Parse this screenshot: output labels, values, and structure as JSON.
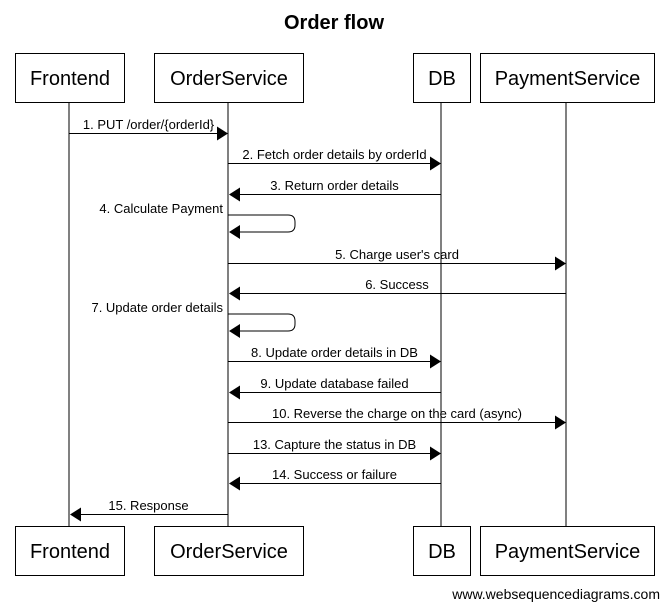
{
  "title": "Order flow",
  "participants": [
    {
      "id": "frontend",
      "label": "Frontend"
    },
    {
      "id": "orderservice",
      "label": "OrderService"
    },
    {
      "id": "db",
      "label": "DB"
    },
    {
      "id": "paymentservice",
      "label": "PaymentService"
    }
  ],
  "messages": [
    {
      "from": "frontend",
      "to": "orderservice",
      "label": "1. PUT /order/{orderId}"
    },
    {
      "from": "orderservice",
      "to": "db",
      "label": "2. Fetch order details by orderId"
    },
    {
      "from": "db",
      "to": "orderservice",
      "label": "3. Return order details"
    },
    {
      "from": "orderservice",
      "to": "orderservice",
      "label": "4. Calculate Payment"
    },
    {
      "from": "orderservice",
      "to": "paymentservice",
      "label": "5. Charge user's card"
    },
    {
      "from": "paymentservice",
      "to": "orderservice",
      "label": "6. Success"
    },
    {
      "from": "orderservice",
      "to": "orderservice",
      "label": "7. Update order details"
    },
    {
      "from": "orderservice",
      "to": "db",
      "label": "8. Update order details in DB"
    },
    {
      "from": "db",
      "to": "orderservice",
      "label": "9. Update database failed"
    },
    {
      "from": "orderservice",
      "to": "paymentservice",
      "label": "10. Reverse the charge on the card (async)"
    },
    {
      "from": "orderservice",
      "to": "db",
      "label": "13. Capture the status in DB"
    },
    {
      "from": "db",
      "to": "orderservice",
      "label": "14. Success or failure"
    },
    {
      "from": "orderservice",
      "to": "frontend",
      "label": "15. Response"
    }
  ],
  "watermark": "www.websequencediagrams.com"
}
